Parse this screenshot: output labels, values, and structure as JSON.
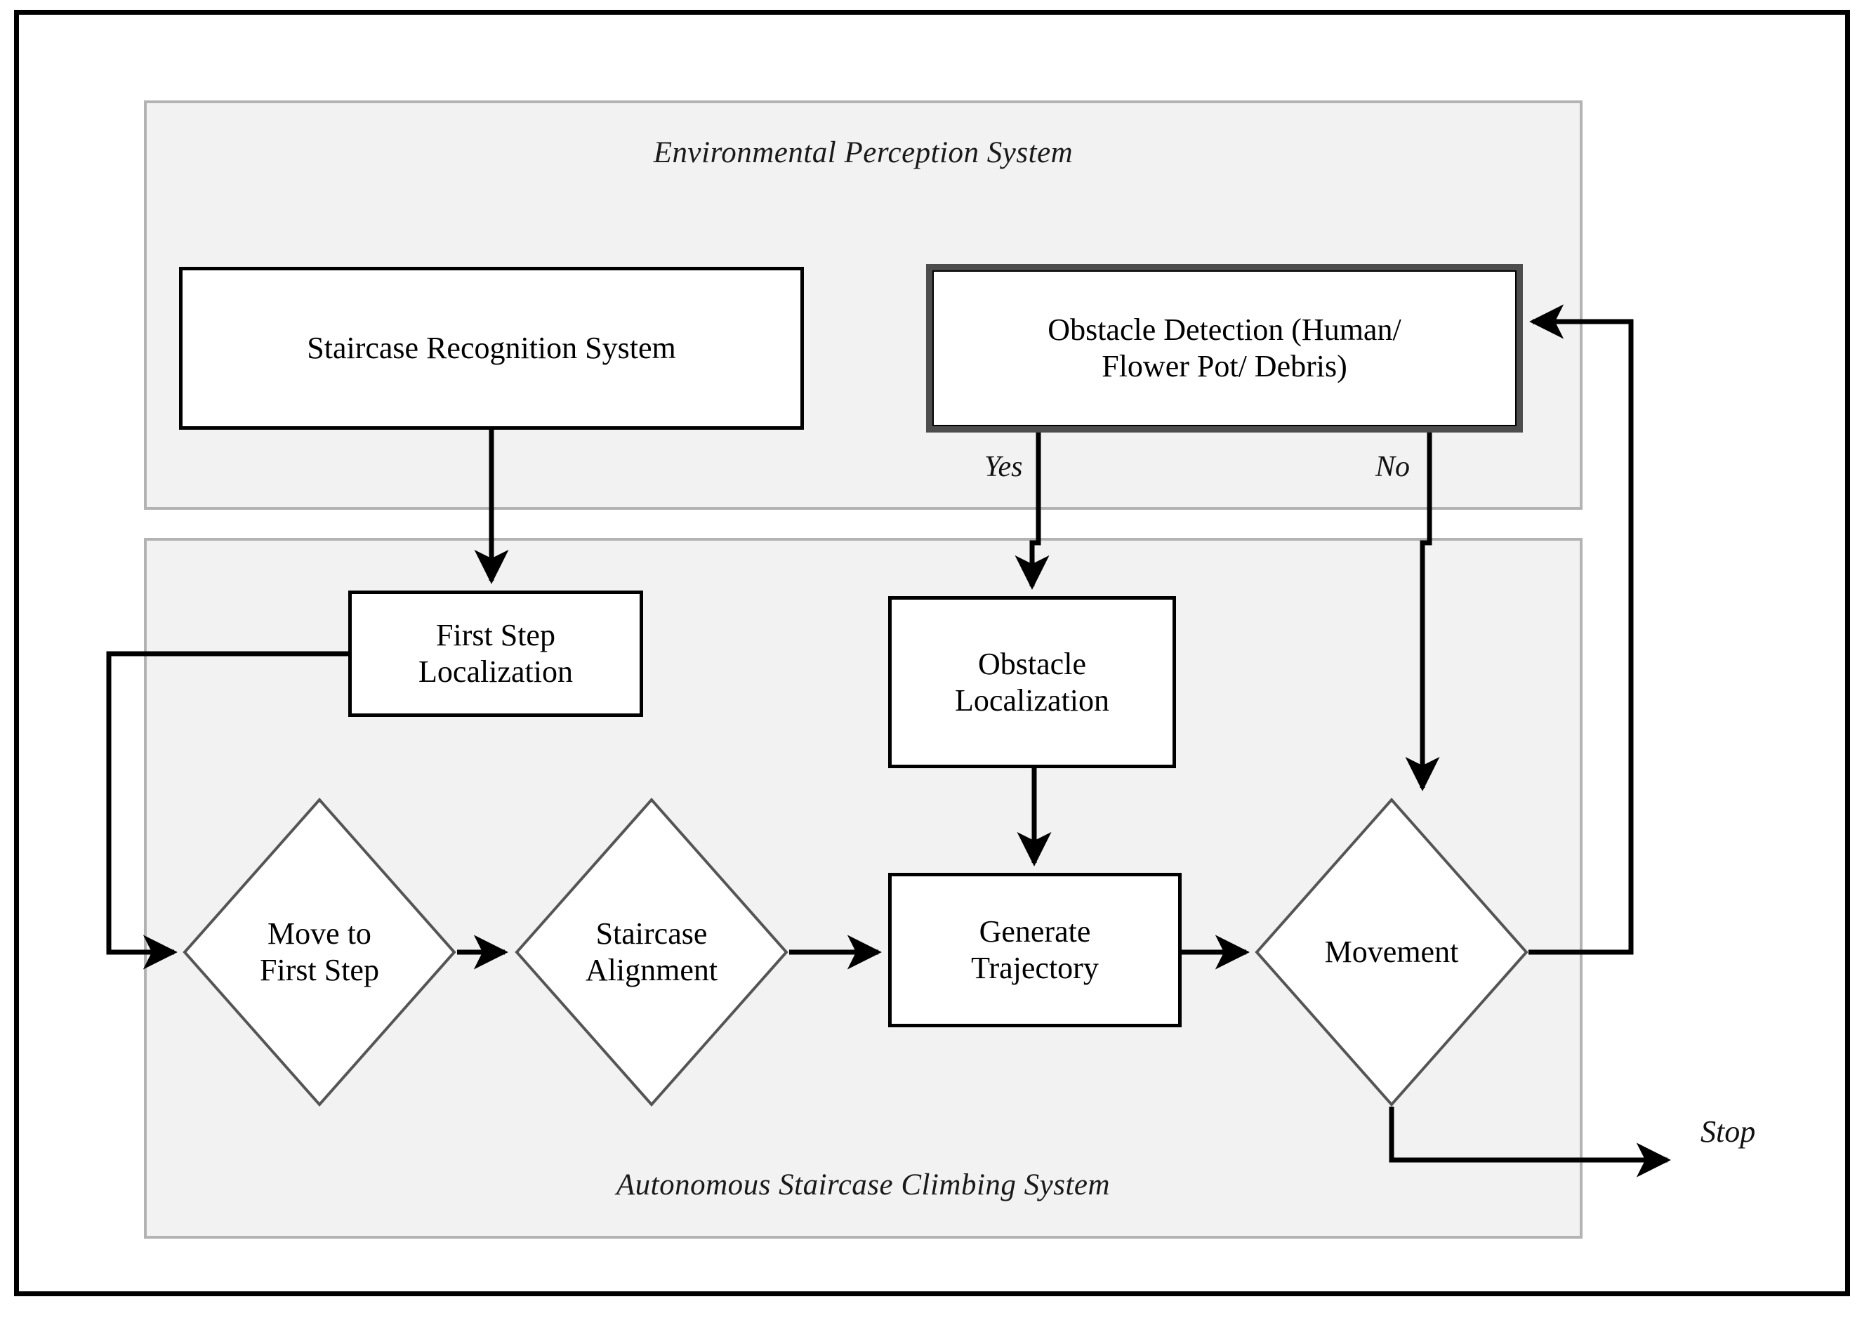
{
  "diagram": {
    "type": "flowchart",
    "panels": [
      {
        "id": "environmental-perception-system",
        "title": "Environmental Perception System",
        "title_position": "top"
      },
      {
        "id": "autonomous-staircase-climbing-system",
        "title": "Autonomous Staircase Climbing System",
        "title_position": "bottom"
      }
    ],
    "nodes": {
      "staircase_recognition": "Staircase Recognition System",
      "obstacle_detection_line1": "Obstacle Detection (Human/",
      "obstacle_detection_line2": "Flower Pot/ Debris)",
      "first_step_localization": "First Step\nLocalization",
      "obstacle_localization": "Obstacle\nLocalization",
      "generate_trajectory": "Generate\nTrajectory",
      "move_to_first_step": "Move to\nFirst Step",
      "staircase_alignment": "Staircase\nAlignment",
      "movement": "Movement"
    },
    "edge_labels": {
      "yes": "Yes",
      "no": "No",
      "stop": "Stop"
    },
    "colors": {
      "panel_fill": "#f2f2f2",
      "panel_border": "#b3b3b3",
      "node_border": "#000000",
      "node_fill": "#ffffff",
      "diamond_border": "#555555",
      "frame": "#000000"
    }
  }
}
